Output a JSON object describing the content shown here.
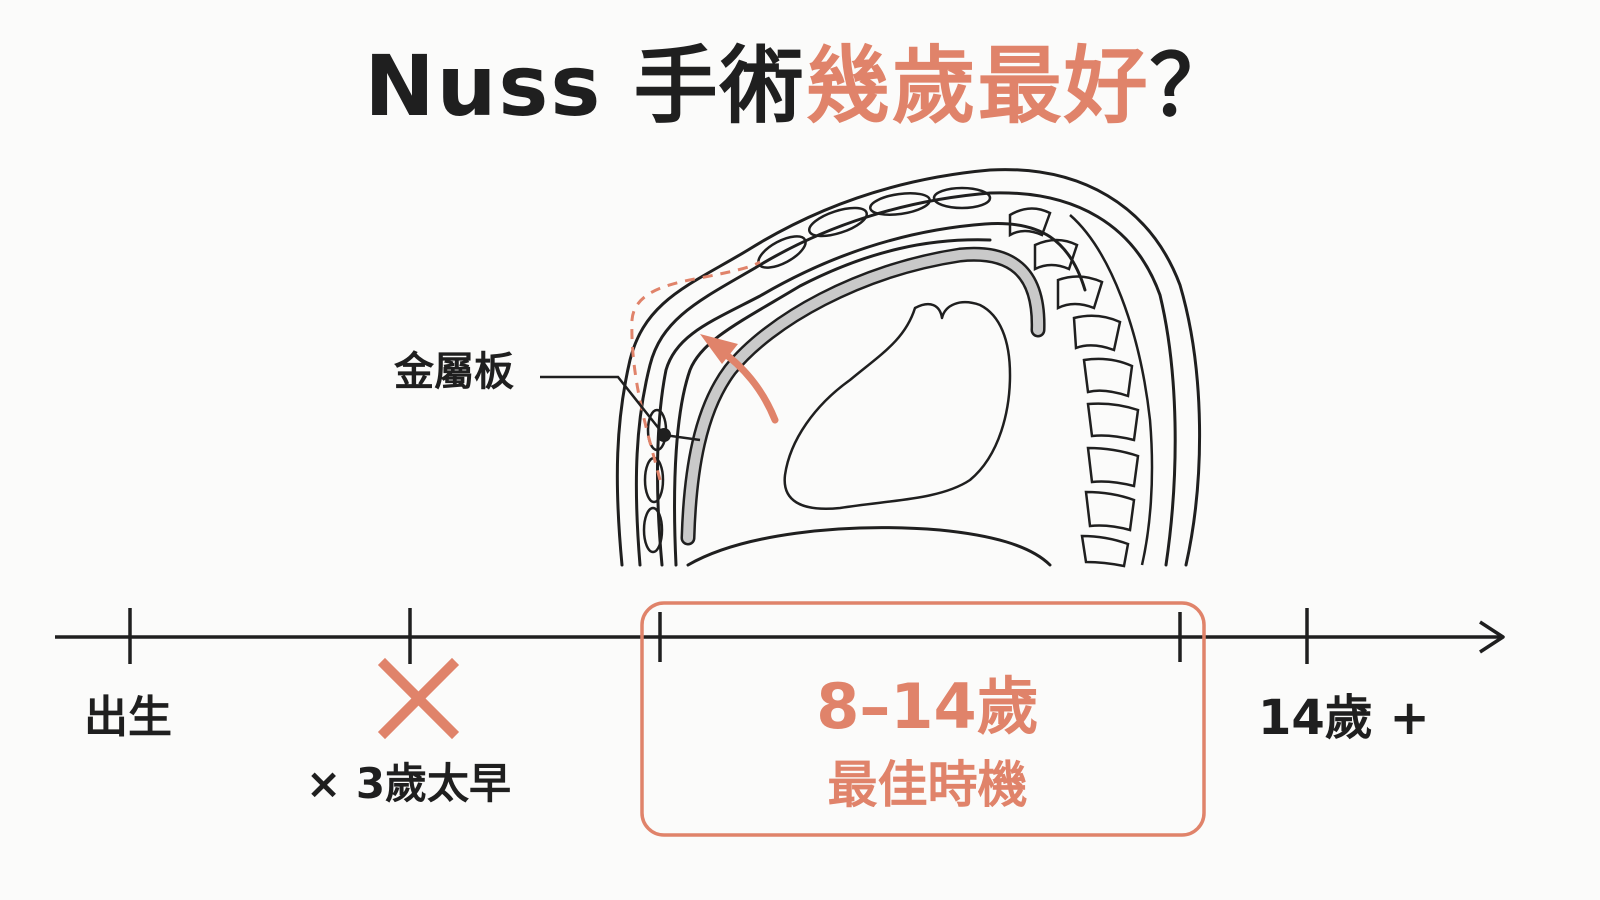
{
  "title": {
    "part1": "Nuss 手術",
    "part2": "幾歲最好",
    "part3": "？"
  },
  "diagram": {
    "plate_label": "金屬板"
  },
  "timeline": {
    "birth": "出生",
    "too_early": "× 3歲太早",
    "optimal_range": "8–14歲",
    "optimal_label": "最佳時機",
    "after": "14歲 +"
  },
  "colors": {
    "accent": "#e0836a",
    "text": "#1f1f1f",
    "background": "#fbfbfa",
    "plate": "#c9c9c9"
  },
  "icons": {
    "rejected": "x-mark-icon",
    "correction": "curved-arrow-icon",
    "timeline_end": "arrow-right-icon"
  }
}
